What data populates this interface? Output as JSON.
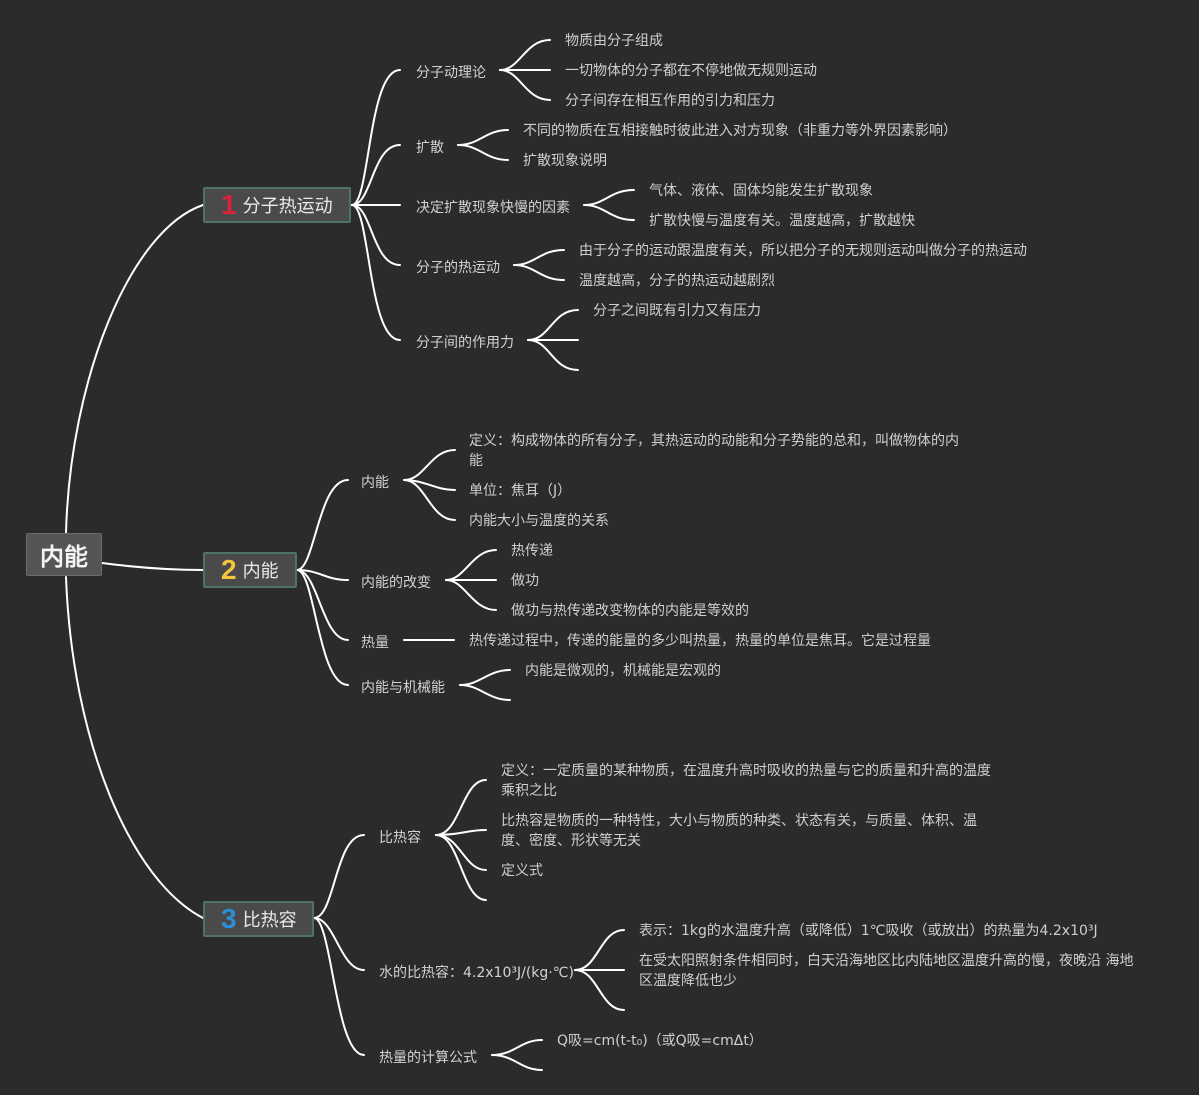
{
  "root": {
    "label": "内能"
  },
  "topics": [
    {
      "number": "1",
      "number_color": "#d9233b",
      "label": "分子热运动",
      "subtopics": [
        {
          "label": "分子动理论",
          "items": [
            "物质由分子组成",
            "一切物体的分子都在不停地做无规则运动",
            "分子间存在相互作用的引力和压力"
          ]
        },
        {
          "label": "扩散",
          "items": [
            "不同的物质在互相接触时彼此进入对方现象（非重力等外界因素影响）",
            "扩散现象说明"
          ]
        },
        {
          "label": "决定扩散现象快慢的因素",
          "items": [
            "气体、液体、固体均能发生扩散现象",
            "扩散快慢与温度有关。温度越高，扩散越快"
          ]
        },
        {
          "label": "分子的热运动",
          "items": [
            "由于分子的运动跟温度有关，所以把分子的无规则运动叫做分子的热运动",
            "温度越高，分子的热运动越剧烈"
          ]
        },
        {
          "label": "分子间的作用力",
          "items": [
            "分子之间既有引力又有压力",
            "",
            ""
          ]
        }
      ]
    },
    {
      "number": "2",
      "number_color": "#f2c53d",
      "label": "内能",
      "subtopics": [
        {
          "label": "内能",
          "items": [
            "定义：构成物体的所有分子，其热运动的动能和分子势能的总和，叫做物体的内能",
            "单位：焦耳（J）",
            "内能大小与温度的关系"
          ]
        },
        {
          "label": "内能的改变",
          "items": [
            "热传递",
            "做功",
            "做功与热传递改变物体的内能是等效的"
          ]
        },
        {
          "label": "热量",
          "items": [
            "热传递过程中，传递的能量的多少叫热量，热量的单位是焦耳。它是过程量"
          ]
        },
        {
          "label": "内能与机械能",
          "items": [
            "内能是微观的，机械能是宏观的",
            ""
          ]
        }
      ]
    },
    {
      "number": "3",
      "number_color": "#2b8fd8",
      "label": "比热容",
      "subtopics": [
        {
          "label": "比热容",
          "items": [
            "定义：一定质量的某种物质，在温度升高时吸收的热量与它的质量和升高的温度乘积之比",
            "比热容是物质的一种特性，大小与物质的种类、状态有关，与质量、体积、温度、密度、形状等无关",
            "定义式",
            ""
          ]
        },
        {
          "label": "水的比热容：4.2x10³J/(kg·℃)",
          "items": [
            "表示：1kg的水温度升高（或降低）1℃吸收（或放出）的热量为4.2x10³J",
            "在受太阳照射条件相同时，白天沿海地区比内陆地区温度升高的慢，夜晚沿 海地区温度降低也少",
            ""
          ]
        },
        {
          "label": "热量的计算公式",
          "items": [
            "Q吸=cm(t-t₀)（或Q吸=cmΔt）",
            ""
          ]
        }
      ]
    }
  ]
}
